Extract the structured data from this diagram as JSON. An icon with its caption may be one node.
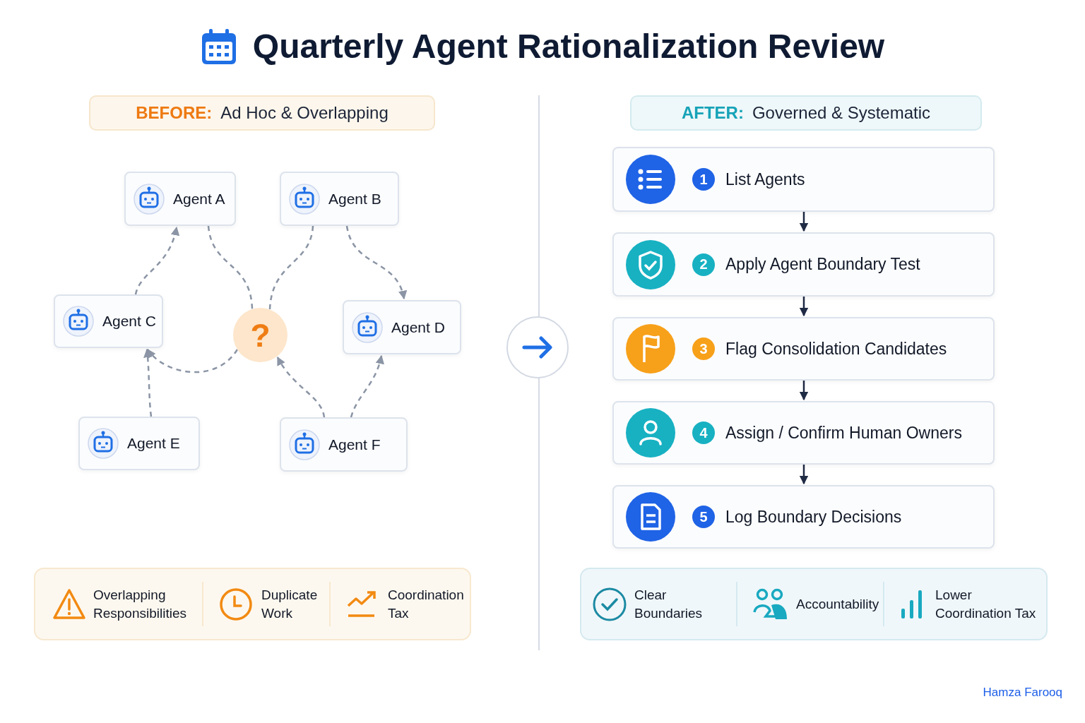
{
  "diagram": {
    "title": "Quarterly Agent Rationalization Review",
    "nodes": [
      {
        "text": [
          "BEFORE:",
          "Ad Hoc & Overlapping"
        ]
      },
      {
        "text": [
          "Agent A"
        ]
      },
      {
        "text": [
          "Agent B"
        ]
      },
      {
        "text": [
          "Agent C"
        ]
      },
      {
        "text": [
          "?"
        ]
      },
      {
        "text": [
          "Agent D"
        ]
      },
      {
        "text": [
          "Agent E"
        ]
      },
      {
        "text": [
          "Agent F"
        ]
      },
      {
        "text": [
          "AFTER:",
          "Governed & Systematic"
        ]
      },
      {
        "text": [
          "1",
          "List Agents"
        ]
      },
      {
        "text": [
          "2",
          "Apply Agent Boundary Test"
        ]
      },
      {
        "text": [
          "3",
          "Flag Consolidation Candidates"
        ]
      },
      {
        "text": [
          "4",
          "Assign / Confirm Human Owners"
        ]
      },
      {
        "text": [
          "5",
          "Log Boundary Decisions"
        ]
      }
    ],
    "edges": [
      {
        "from": 3,
        "to": 1,
        "arrow": "to",
        "style": "dashed"
      },
      {
        "from": 1,
        "to": 4,
        "arrow": "none",
        "style": "dashed"
      },
      {
        "from": 2,
        "to": 4,
        "arrow": "none",
        "style": "dashed"
      },
      {
        "from": 2,
        "to": 5,
        "arrow": "to",
        "style": "dashed"
      },
      {
        "from": 4,
        "to": 3,
        "arrow": "to",
        "style": "dashed"
      },
      {
        "from": 6,
        "to": 3,
        "arrow": "to",
        "style": "dashed"
      },
      {
        "from": 7,
        "to": 4,
        "arrow": "to",
        "style": "dashed"
      },
      {
        "from": 7,
        "to": 5,
        "arrow": "to",
        "style": "dashed"
      },
      {
        "from": 9,
        "to": 10,
        "arrow": "to",
        "color": "#1f2a44"
      },
      {
        "from": 10,
        "to": 11,
        "arrow": "to",
        "color": "#1f2a44"
      },
      {
        "from": 11,
        "to": 12,
        "arrow": "to",
        "color": "#1f2a44"
      },
      {
        "from": 12,
        "to": 13,
        "arrow": "to",
        "color": "#1f2a44"
      }
    ],
    "labels": [
      "Overlapping Responsibilities",
      "Duplicate Work",
      "Coordination Tax",
      "Clear Boundaries",
      "Accountability",
      "Lower Coordination Tax",
      "Hamza Farooq"
    ]
  }
}
